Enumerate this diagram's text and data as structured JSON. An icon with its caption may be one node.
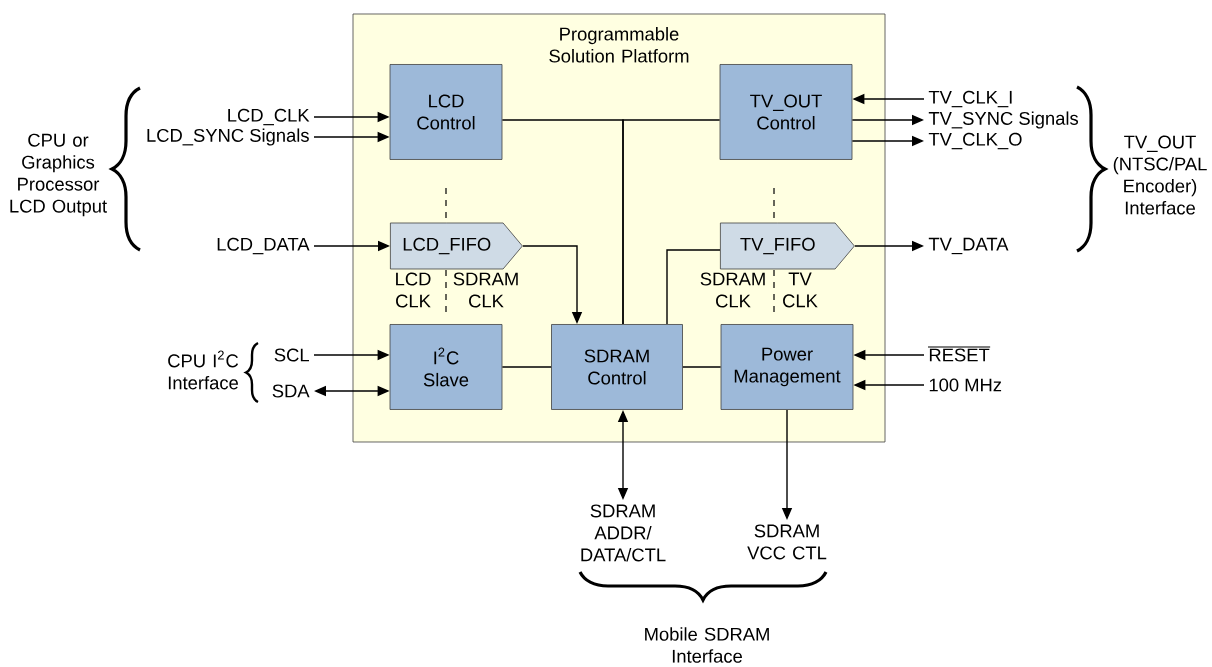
{
  "diagram": {
    "nodes": [
      {
        "text": [
          "Programmable Solution Platform"
        ]
      },
      {
        "text": [
          "LCD Control"
        ],
        "in": 0
      },
      {
        "text": [
          "TV_OUT Control"
        ],
        "in": 0
      },
      {
        "text": [
          "LCD_FIFO"
        ],
        "in": 0
      },
      {
        "text": [
          "TV_FIFO"
        ],
        "in": 0
      },
      {
        "text": [
          "I$^{2}$C Slave"
        ],
        "in": 0
      },
      {
        "text": [
          "SDRAM Control"
        ],
        "in": 0
      },
      {
        "text": [
          "Power Management"
        ],
        "in": 0
      },
      {
        "text": [
          "LCD_CLK"
        ]
      },
      {
        "text": [
          "LCD_SYNC Signals"
        ]
      },
      {
        "text": [
          "LCD_DATA"
        ]
      },
      {
        "text": [
          "SCL"
        ]
      },
      {
        "text": [
          "SDA"
        ]
      },
      {
        "text": [
          "TV_CLK_I"
        ]
      },
      {
        "text": [
          "TV_SYNC Signals"
        ]
      },
      {
        "text": [
          "TV_CLK_O"
        ]
      },
      {
        "text": [
          "TV_DATA"
        ]
      },
      {
        "text": [
          "RESET"
        ]
      },
      {
        "text": [
          "100 MHz"
        ]
      },
      {
        "text": [
          "SDRAM ADDR/ DATA/CTL"
        ]
      },
      {
        "text": [
          "SDRAM VCC CTL"
        ]
      }
    ],
    "edges": [
      {
        "from": 8,
        "to": 1,
        "arrow": "to"
      },
      {
        "from": 9,
        "to": 1,
        "arrow": "to"
      },
      {
        "from": 10,
        "to": 3,
        "arrow": "to"
      },
      {
        "from": 11,
        "to": 5,
        "arrow": "to"
      },
      {
        "from": 12,
        "to": 5,
        "arrow": "both"
      },
      {
        "from": 13,
        "to": 2,
        "arrow": "to"
      },
      {
        "from": 2,
        "to": 14,
        "arrow": "to"
      },
      {
        "from": 2,
        "to": 15,
        "arrow": "to"
      },
      {
        "from": 4,
        "to": 16,
        "arrow": "to"
      },
      {
        "from": 17,
        "to": 7,
        "arrow": "to"
      },
      {
        "from": 18,
        "to": 7,
        "arrow": "to"
      },
      {
        "from": 6,
        "to": 19,
        "arrow": "both"
      },
      {
        "from": 7,
        "to": 20,
        "arrow": "to"
      },
      {
        "from": 1,
        "to": 6,
        "arrow": "none"
      },
      {
        "from": 2,
        "to": 6,
        "arrow": "none"
      },
      {
        "from": 3,
        "to": 6,
        "arrow": "to"
      },
      {
        "from": 6,
        "to": 4,
        "arrow": "none"
      },
      {
        "from": 5,
        "to": 6,
        "arrow": "none"
      },
      {
        "from": 6,
        "to": 7,
        "arrow": "none"
      }
    ],
    "labels": [
      "CPU or Graphics Processor LCD Output",
      "CPU I$^{2}$C Interface",
      "LCD CLK",
      "SDRAM CLK",
      "SDRAM CLK",
      "TV CLK",
      "TV_OUT (NTSC/PAL Encoder) Interface",
      "Mobile SDRAM Interface"
    ]
  }
}
